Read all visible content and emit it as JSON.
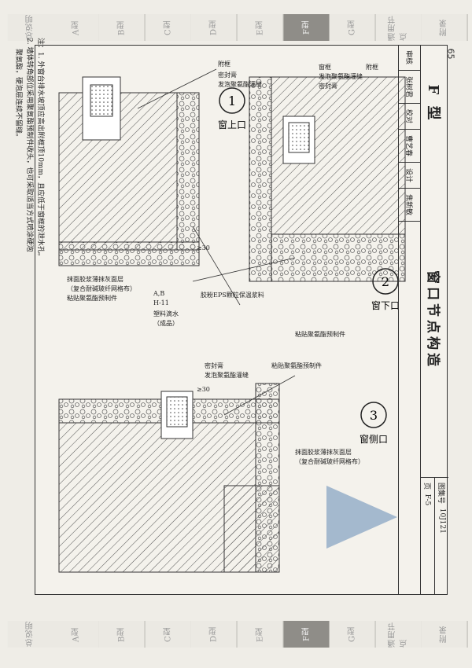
{
  "index_tabs": [
    "总说明",
    "A型",
    "B型",
    "C型",
    "D型",
    "E型",
    "F型",
    "G型",
    "通用节点",
    "附录"
  ],
  "active_tab": "F型",
  "page_number": "65",
  "title_block": {
    "series": "F 型",
    "title": "窗口节点构造",
    "atlas_label": "图集号",
    "atlas_no": "10J121",
    "page_label": "页",
    "page_no": "F-5",
    "signatures": [
      "审核",
      "张树君",
      "校对",
      "曹艺春",
      "设计",
      "焦新敏"
    ]
  },
  "details": {
    "d1": {
      "num": "1",
      "label": "窗上口"
    },
    "d2": {
      "num": "2",
      "label": "窗下口"
    },
    "d3": {
      "num": "3",
      "label": "窗侧口"
    }
  },
  "callouts": {
    "frame_top": "附框",
    "frame_bottom": "附框",
    "window_frame": "窗框",
    "sealant_top": "密封膏",
    "foam_top": "发泡聚氨酯灌缝",
    "foam_bottom": "发泡聚氨酯灌缝",
    "sealant_bottom": "密封膏",
    "sealant_side": "密封膏",
    "foam_side": "发泡聚氨酯灌缝",
    "plaster_top": "抹面胶浆薄抹灰面层",
    "mesh_top": "（复合耐碱玻纤网格布）",
    "eps_plank": "粘贴聚氨酯预制件",
    "drip_ref": "A,B",
    "drip_page": "H-11",
    "drip_label": "塑料滴水",
    "drip_sub": "（成品）",
    "eps_mortar": "胶粉EPS颗粒保温浆料",
    "eps_plank_bottom": "粘贴聚氨酯预制件",
    "eps_plank_side": "粘贴聚氨酯预制件",
    "plaster_side": "抹面胶浆薄抹灰面层",
    "mesh_side": "（复合耐碱玻纤网格布）",
    "gap_30_a": "≥30",
    "gap_30_b": "≥30"
  },
  "notes": {
    "heading": "注：",
    "line1": "1. 外窗台排水坡顶应高出附框顶10mm，且应低于窗框的泄水孔。",
    "line2": "2. 墙体转角部位采用聚氨酯预制件收头，也可采取适当方式喷涂硬泡",
    "line3": "聚氨酯，硬泡层连续不留缝。"
  }
}
